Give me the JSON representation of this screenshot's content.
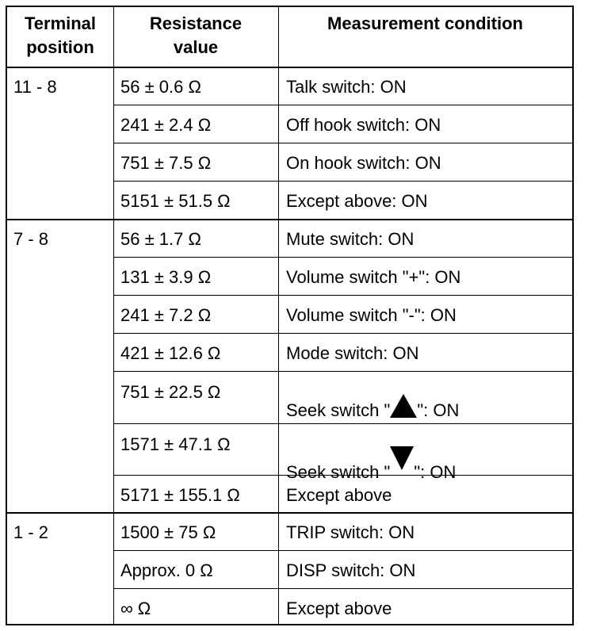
{
  "headers": {
    "terminal_line1": "Terminal",
    "terminal_line2": "position",
    "resistance_line1": "Resistance",
    "resistance_line2": "value",
    "condition": "Measurement condition"
  },
  "groups": [
    {
      "terminal": "11 - 8",
      "rows": [
        {
          "resistance": "56 ± 0.6 Ω",
          "condition": "Talk switch: ON"
        },
        {
          "resistance": "241 ± 2.4 Ω",
          "condition": "Off hook switch: ON"
        },
        {
          "resistance": "751 ± 7.5 Ω",
          "condition": "On hook switch: ON"
        },
        {
          "resistance": "5151 ± 51.5 Ω",
          "condition": "Except above: ON"
        }
      ]
    },
    {
      "terminal": "7 - 8",
      "rows": [
        {
          "resistance": "56 ± 1.7 Ω",
          "condition": "Mute switch: ON"
        },
        {
          "resistance": "131 ± 3.9 Ω",
          "condition": "Volume switch \"+\": ON"
        },
        {
          "resistance": "241 ± 7.2 Ω",
          "condition": "Volume switch \"-\": ON"
        },
        {
          "resistance": "421 ± 12.6 Ω",
          "condition": "Mode switch: ON"
        },
        {
          "resistance": "751 ± 22.5 Ω",
          "condition_prefix": "Seek switch \"",
          "condition_icon": "triangle-up-icon",
          "condition_suffix": "\": ON"
        },
        {
          "resistance": "1571 ± 47.1 Ω",
          "condition_prefix": "Seek switch \"",
          "condition_icon": "triangle-down-icon",
          "condition_suffix": "\": ON"
        },
        {
          "resistance": "5171 ± 155.1 Ω",
          "condition": "Except above"
        }
      ]
    },
    {
      "terminal": "1 - 2",
      "rows": [
        {
          "resistance": "1500 ± 75 Ω",
          "condition": "TRIP switch: ON"
        },
        {
          "resistance": "Approx. 0 Ω",
          "condition": "DISP switch: ON"
        },
        {
          "resistance": "∞ Ω",
          "condition": "Except above"
        }
      ]
    }
  ]
}
